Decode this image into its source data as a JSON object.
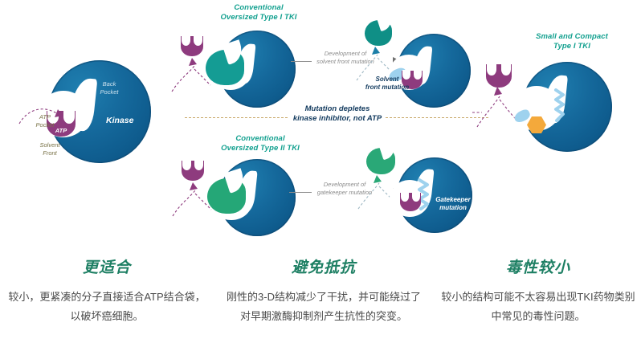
{
  "figure": {
    "panels": {
      "baseline": {
        "kinase_label": "Kinase",
        "atp_label": "ATP",
        "back_pocket_label": "Back\nPocket",
        "atp_pocket_label": "ATP\nPocket",
        "solvent_front_label": "Solvent\nFront"
      },
      "type1": {
        "title": "Conventional\nOversized Type I TKI",
        "arrow_caption": "Development of\nsolvent front mutation",
        "mutation_label": "Solvent\nfront mutation"
      },
      "type2": {
        "title": "Conventional\nOversized Type II TKI",
        "arrow_caption": "Development of\ngatekeeper mutation",
        "mutation_label": "Gatekeeper\nmutation"
      },
      "compact": {
        "title": "Small and Compact\nType I TKI"
      }
    },
    "divider_text": "Mutation depletes\nkinase inhibitor, not ATP",
    "captions": [
      {
        "heading": "更适合",
        "body": "较小，更紧凑的分子直接适合ATP结合袋，以破坏癌细胞。"
      },
      {
        "heading": "避免抵抗",
        "body": "刚性的3-D结构减少了干扰，并可能绕过了对早期激酶抑制剂产生抗性的突变。"
      },
      {
        "heading": "毒性较小",
        "body": "较小的结构可能不太容易出现TKI药物类别中常见的毒性问题。"
      }
    ],
    "colors": {
      "kinase_blue": "#15699c",
      "atp_purple": "#8e3b7e",
      "type1_teal": "#12a08f",
      "type2_green": "#2aa877",
      "compact_orange": "#f4a93b",
      "mutation_lightblue": "#a9d8ef",
      "heading_green": "#1d7f63",
      "divider_gold": "#c9a86a"
    }
  }
}
